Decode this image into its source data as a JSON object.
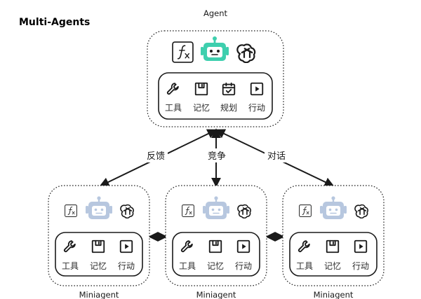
{
  "page_title": "Multi-Agents",
  "main_agent": {
    "label": "Agent",
    "top_icons": [
      "function-icon",
      "robot-icon",
      "openai-icon"
    ],
    "robot_color": "#3ecfae",
    "tools": [
      {
        "icon": "wrench-icon",
        "label": "工具"
      },
      {
        "icon": "memory-icon",
        "label": "记忆"
      },
      {
        "icon": "calendar-check-icon",
        "label": "规划"
      },
      {
        "icon": "play-icon",
        "label": "行动"
      }
    ]
  },
  "edges": {
    "left_label": "反馈",
    "middle_label": "竞争",
    "right_label": "对话"
  },
  "miniagents": [
    {
      "label": "Miniagent",
      "robot_color": "#b7c7df",
      "tools": [
        {
          "icon": "wrench-icon",
          "label": "工具"
        },
        {
          "icon": "memory-icon",
          "label": "记忆"
        },
        {
          "icon": "play-icon",
          "label": "行动"
        }
      ]
    },
    {
      "label": "Miniagent",
      "robot_color": "#b7c7df",
      "tools": [
        {
          "icon": "wrench-icon",
          "label": "工具"
        },
        {
          "icon": "memory-icon",
          "label": "记忆"
        },
        {
          "icon": "play-icon",
          "label": "行动"
        }
      ]
    },
    {
      "label": "Miniagent",
      "robot_color": "#b7c7df",
      "tools": [
        {
          "icon": "wrench-icon",
          "label": "工具"
        },
        {
          "icon": "memory-icon",
          "label": "记忆"
        },
        {
          "icon": "play-icon",
          "label": "行动"
        }
      ]
    }
  ]
}
